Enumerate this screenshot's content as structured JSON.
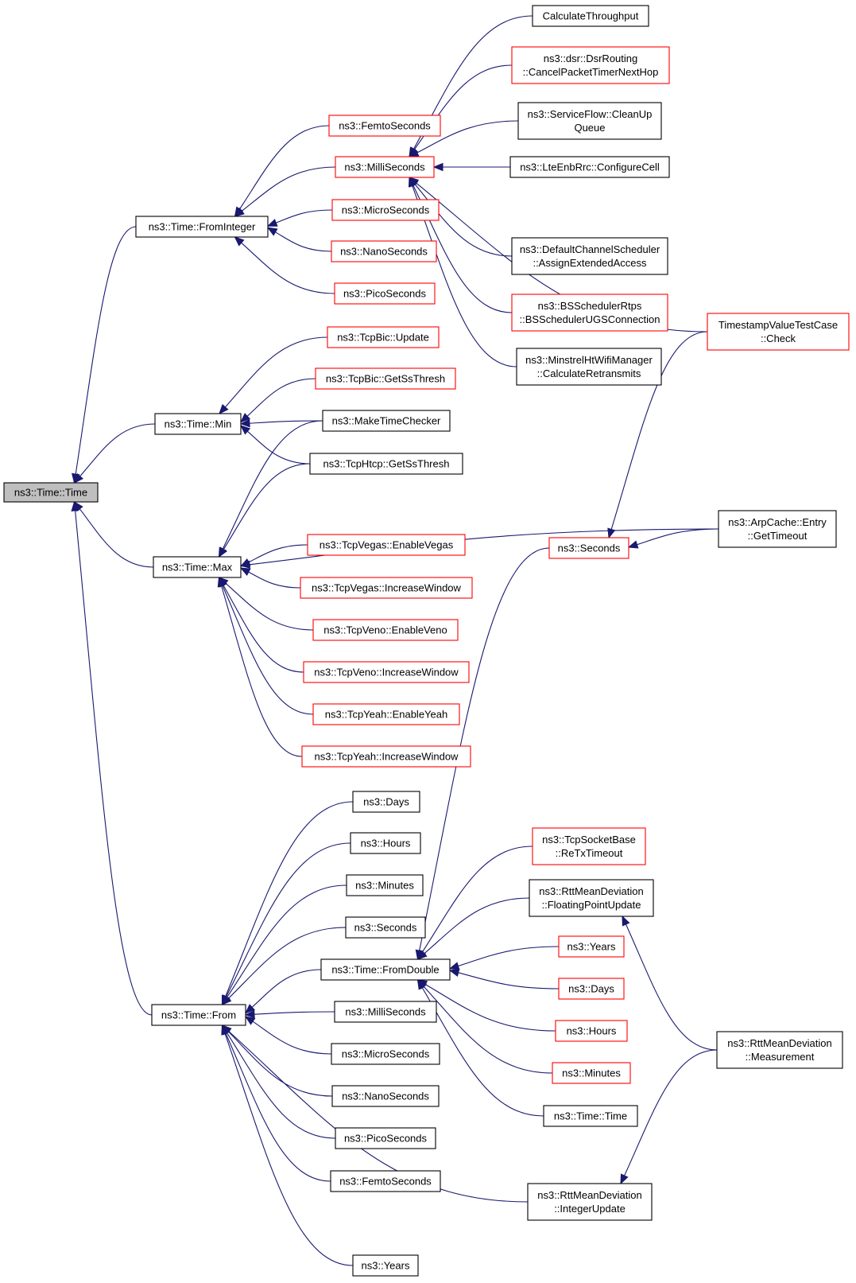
{
  "colors": {
    "edge": "#191970",
    "border_normal": "#000000",
    "border_truncated": "#ff0000",
    "fill_focus": "#bfbfbf",
    "fill_default": "#ffffff"
  },
  "nodes": [
    {
      "id": "time_time",
      "lines": [
        "ns3::Time::Time"
      ],
      "style": "focus"
    },
    {
      "id": "frominteger",
      "lines": [
        "ns3::Time::FromInteger"
      ],
      "style": "normal"
    },
    {
      "id": "min",
      "lines": [
        "ns3::Time::Min"
      ],
      "style": "normal"
    },
    {
      "id": "max",
      "lines": [
        "ns3::Time::Max"
      ],
      "style": "normal"
    },
    {
      "id": "from",
      "lines": [
        "ns3::Time::From"
      ],
      "style": "normal"
    },
    {
      "id": "femto_r",
      "lines": [
        "ns3::FemtoSeconds"
      ],
      "style": "truncated"
    },
    {
      "id": "milli_r",
      "lines": [
        "ns3::MilliSeconds"
      ],
      "style": "truncated"
    },
    {
      "id": "micro_r",
      "lines": [
        "ns3::MicroSeconds"
      ],
      "style": "truncated"
    },
    {
      "id": "nano_r",
      "lines": [
        "ns3::NanoSeconds"
      ],
      "style": "truncated"
    },
    {
      "id": "pico_r",
      "lines": [
        "ns3::PicoSeconds"
      ],
      "style": "truncated"
    },
    {
      "id": "calcthr",
      "lines": [
        "CalculateThroughput"
      ],
      "style": "normal"
    },
    {
      "id": "dsr",
      "lines": [
        "ns3::dsr::DsrRouting",
        "::CancelPacketTimerNextHop"
      ],
      "style": "truncated"
    },
    {
      "id": "svcflow",
      "lines": [
        "ns3::ServiceFlow::CleanUp",
        "Queue"
      ],
      "style": "normal"
    },
    {
      "id": "lteenb",
      "lines": [
        "ns3::LteEnbRrc::ConfigureCell"
      ],
      "style": "normal"
    },
    {
      "id": "defchan",
      "lines": [
        "ns3::DefaultChannelScheduler",
        "::AssignExtendedAccess"
      ],
      "style": "normal"
    },
    {
      "id": "bssched",
      "lines": [
        "ns3::BSSchedulerRtps",
        "::BSSchedulerUGSConnection"
      ],
      "style": "truncated"
    },
    {
      "id": "minstrel",
      "lines": [
        "ns3::MinstrelHtWifiManager",
        "::CalculateRetransmits"
      ],
      "style": "normal"
    },
    {
      "id": "tsvtest",
      "lines": [
        "TimestampValueTestCase",
        "::Check"
      ],
      "style": "truncated"
    },
    {
      "id": "bicupd",
      "lines": [
        "ns3::TcpBic::Update"
      ],
      "style": "truncated"
    },
    {
      "id": "bicss",
      "lines": [
        "ns3::TcpBic::GetSsThresh"
      ],
      "style": "truncated"
    },
    {
      "id": "mktc",
      "lines": [
        "ns3::MakeTimeChecker"
      ],
      "style": "normal"
    },
    {
      "id": "htcpss",
      "lines": [
        "ns3::TcpHtcp::GetSsThresh"
      ],
      "style": "normal"
    },
    {
      "id": "arpentry",
      "lines": [
        "ns3::ArpCache::Entry",
        "::GetTimeout"
      ],
      "style": "normal"
    },
    {
      "id": "seconds_r",
      "lines": [
        "ns3::Seconds"
      ],
      "style": "truncated"
    },
    {
      "id": "vegasen",
      "lines": [
        "ns3::TcpVegas::EnableVegas"
      ],
      "style": "truncated"
    },
    {
      "id": "vegasiw",
      "lines": [
        "ns3::TcpVegas::IncreaseWindow"
      ],
      "style": "truncated"
    },
    {
      "id": "venoen",
      "lines": [
        "ns3::TcpVeno::EnableVeno"
      ],
      "style": "truncated"
    },
    {
      "id": "venoiw",
      "lines": [
        "ns3::TcpVeno::IncreaseWindow"
      ],
      "style": "truncated"
    },
    {
      "id": "yeahen",
      "lines": [
        "ns3::TcpYeah::EnableYeah"
      ],
      "style": "truncated"
    },
    {
      "id": "yeahiw",
      "lines": [
        "ns3::TcpYeah::IncreaseWindow"
      ],
      "style": "truncated"
    },
    {
      "id": "days_b",
      "lines": [
        "ns3::Days"
      ],
      "style": "normal"
    },
    {
      "id": "hours_b",
      "lines": [
        "ns3::Hours"
      ],
      "style": "normal"
    },
    {
      "id": "minutes_b",
      "lines": [
        "ns3::Minutes"
      ],
      "style": "normal"
    },
    {
      "id": "seconds_b",
      "lines": [
        "ns3::Seconds"
      ],
      "style": "normal"
    },
    {
      "id": "fromdouble",
      "lines": [
        "ns3::Time::FromDouble"
      ],
      "style": "normal"
    },
    {
      "id": "milli_b",
      "lines": [
        "ns3::MilliSeconds"
      ],
      "style": "normal"
    },
    {
      "id": "micro_b",
      "lines": [
        "ns3::MicroSeconds"
      ],
      "style": "normal"
    },
    {
      "id": "nano_b",
      "lines": [
        "ns3::NanoSeconds"
      ],
      "style": "normal"
    },
    {
      "id": "pico_b",
      "lines": [
        "ns3::PicoSeconds"
      ],
      "style": "normal"
    },
    {
      "id": "femto_b",
      "lines": [
        "ns3::FemtoSeconds"
      ],
      "style": "normal"
    },
    {
      "id": "years_b",
      "lines": [
        "ns3::Years"
      ],
      "style": "normal"
    },
    {
      "id": "tcpsock",
      "lines": [
        "ns3::TcpSocketBase",
        "::ReTxTimeout"
      ],
      "style": "truncated"
    },
    {
      "id": "rttfloat",
      "lines": [
        "ns3::RttMeanDeviation",
        "::FloatingPointUpdate"
      ],
      "style": "normal"
    },
    {
      "id": "years_r",
      "lines": [
        "ns3::Years"
      ],
      "style": "truncated"
    },
    {
      "id": "days_r",
      "lines": [
        "ns3::Days"
      ],
      "style": "truncated"
    },
    {
      "id": "hours_r",
      "lines": [
        "ns3::Hours"
      ],
      "style": "truncated"
    },
    {
      "id": "minutes_r",
      "lines": [
        "ns3::Minutes"
      ],
      "style": "truncated"
    },
    {
      "id": "time_time2",
      "lines": [
        "ns3::Time::Time"
      ],
      "style": "normal"
    },
    {
      "id": "rttmeas",
      "lines": [
        "ns3::RttMeanDeviation",
        "::Measurement"
      ],
      "style": "normal"
    },
    {
      "id": "rttint",
      "lines": [
        "ns3::RttMeanDeviation",
        "::IntegerUpdate"
      ],
      "style": "normal"
    }
  ],
  "edges": [
    [
      "time_time",
      "frominteger"
    ],
    [
      "time_time",
      "min"
    ],
    [
      "time_time",
      "max"
    ],
    [
      "time_time",
      "from"
    ],
    [
      "frominteger",
      "femto_r"
    ],
    [
      "frominteger",
      "milli_r"
    ],
    [
      "frominteger",
      "micro_r"
    ],
    [
      "frominteger",
      "nano_r"
    ],
    [
      "frominteger",
      "pico_r"
    ],
    [
      "milli_r",
      "calcthr"
    ],
    [
      "milli_r",
      "dsr"
    ],
    [
      "milli_r",
      "svcflow"
    ],
    [
      "milli_r",
      "lteenb"
    ],
    [
      "milli_r",
      "defchan"
    ],
    [
      "milli_r",
      "bssched"
    ],
    [
      "milli_r",
      "minstrel"
    ],
    [
      "milli_r",
      "tsvtest"
    ],
    [
      "min",
      "bicupd"
    ],
    [
      "min",
      "bicss"
    ],
    [
      "min",
      "mktc"
    ],
    [
      "min",
      "htcpss"
    ],
    [
      "max",
      "mktc"
    ],
    [
      "max",
      "htcpss"
    ],
    [
      "max",
      "arpentry"
    ],
    [
      "max",
      "vegasen"
    ],
    [
      "max",
      "vegasiw"
    ],
    [
      "max",
      "venoen"
    ],
    [
      "max",
      "venoiw"
    ],
    [
      "max",
      "yeahen"
    ],
    [
      "max",
      "yeahiw"
    ],
    [
      "seconds_r",
      "arpentry"
    ],
    [
      "seconds_r",
      "tsvtest"
    ],
    [
      "from",
      "days_b"
    ],
    [
      "from",
      "hours_b"
    ],
    [
      "from",
      "minutes_b"
    ],
    [
      "from",
      "seconds_b"
    ],
    [
      "from",
      "fromdouble"
    ],
    [
      "from",
      "milli_b"
    ],
    [
      "from",
      "micro_b"
    ],
    [
      "from",
      "nano_b"
    ],
    [
      "from",
      "pico_b"
    ],
    [
      "from",
      "femto_b"
    ],
    [
      "from",
      "rttint"
    ],
    [
      "from",
      "years_b"
    ],
    [
      "fromdouble",
      "seconds_r"
    ],
    [
      "fromdouble",
      "tcpsock"
    ],
    [
      "fromdouble",
      "rttfloat"
    ],
    [
      "fromdouble",
      "years_r"
    ],
    [
      "fromdouble",
      "days_r"
    ],
    [
      "fromdouble",
      "hours_r"
    ],
    [
      "fromdouble",
      "minutes_r"
    ],
    [
      "fromdouble",
      "time_time2"
    ],
    [
      "rttfloat",
      "rttmeas"
    ],
    [
      "rttint",
      "rttmeas"
    ]
  ]
}
